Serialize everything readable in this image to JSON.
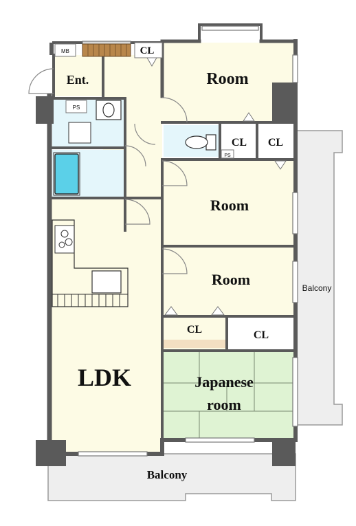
{
  "rooms": {
    "entrance": "Ent.",
    "mb": "MB",
    "ps_upper": "PS",
    "ps_lower": "PS",
    "ldk": "LDK",
    "room_top": "Room",
    "room_middle": "Room",
    "room_lower": "Room",
    "japanese_line1": "Japanese",
    "japanese_line2": "room",
    "balcony_right": "Balcony",
    "balcony_bottom": "Balcony"
  },
  "closets": {
    "cl_top": "CL",
    "cl_toilet_a": "CL",
    "cl_toilet_b": "CL",
    "cl_lower_left": "CL",
    "cl_lower_right": "CL"
  },
  "colors": {
    "living_fill": "#fdfbe5",
    "wet_fill": "#e4f6fb",
    "tatami_fill": "#dff3d3",
    "balcony_fill": "#eeeeee",
    "wall": "#5a5a5a",
    "bath": "#5bd0e8"
  }
}
